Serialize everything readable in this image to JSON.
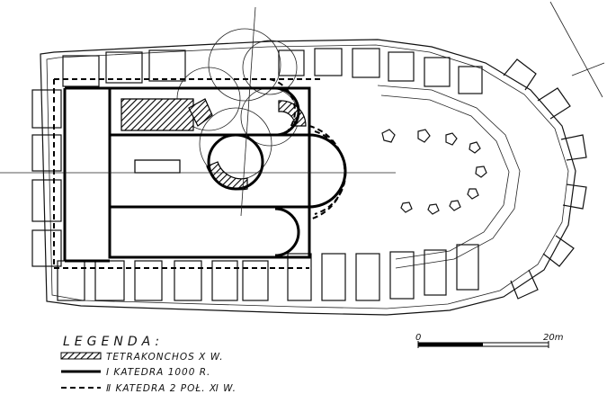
{
  "legend": {
    "title": "LEGENDA:",
    "items": [
      {
        "label": "TETRAKONCHOS Ⅹ W.",
        "style": "hatched"
      },
      {
        "label": "Ⅰ KATEDRA 1000 R.",
        "style": "solid"
      },
      {
        "label": "Ⅱ KATEDRA 2 POŁ. Ⅺ W.",
        "style": "dashed"
      }
    ]
  },
  "scale_bar": {
    "start_label": "0",
    "end_label": "20m"
  }
}
